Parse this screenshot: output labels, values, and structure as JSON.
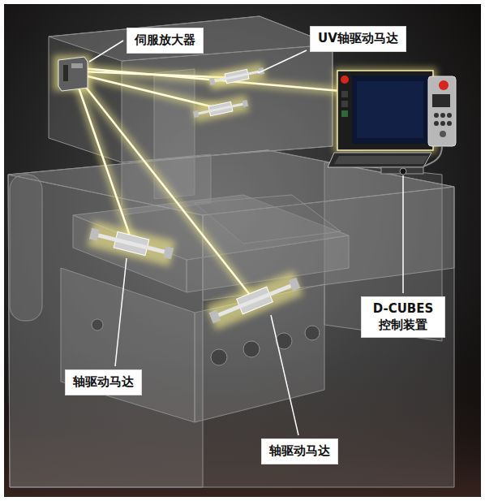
{
  "diagram": {
    "nodes": [
      {
        "text": [
          "伺服放大器"
        ]
      },
      {
        "text": [
          "UV轴驱动马达"
        ]
      },
      {
        "text": [
          "D-CUBES 控制装置"
        ]
      },
      {
        "text": [
          "轴驱动马达"
        ]
      },
      {
        "text": [
          "轴驱动马达"
        ]
      }
    ]
  }
}
